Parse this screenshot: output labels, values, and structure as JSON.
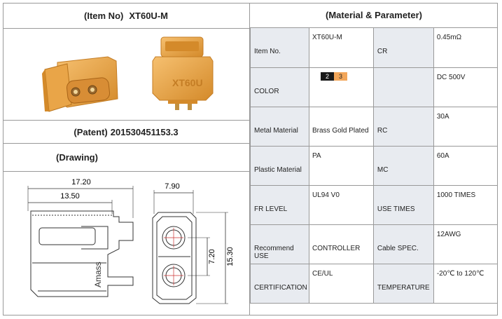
{
  "left": {
    "item_no_label": "(Item No)",
    "item_no_value": "XT60U-M",
    "patent_label": "(Patent)",
    "patent_value": "201530451153.3",
    "drawing_label": "(Drawing)"
  },
  "drawing": {
    "dim_overall_length": "17.20",
    "dim_body_length": "13.50",
    "dim_width": "7.90",
    "dim_pin_pitch": "7.20",
    "dim_height": "15.30",
    "side_marking": "Amass"
  },
  "photo": {
    "connector_marking": "XT60U"
  },
  "right": {
    "title": "(Material & Parameter)",
    "rows": [
      {
        "label1": "Item No.",
        "value1": "XT60U-M",
        "label2": "CR",
        "value2": "0.45mΩ"
      },
      {
        "label1": "COLOR",
        "value1": "",
        "label2": "",
        "value2": "DC 500V"
      },
      {
        "label1": "Metal Material",
        "value1": "Brass Gold Plated",
        "label2": "RC",
        "value2": "30A"
      },
      {
        "label1": "Plastic Material",
        "value1": "PA",
        "label2": "MC",
        "value2": "60A"
      },
      {
        "label1": "FR LEVEL",
        "value1": "UL94 V0",
        "label2": "USE TIMES",
        "value2": "1000 TIMES"
      },
      {
        "label1": "Recommend USE",
        "value1": "CONTROLLER",
        "label2": "Cable SPEC.",
        "value2": "12AWG"
      },
      {
        "label1": "CERTIFICATION",
        "value1": "CE/UL",
        "label2": "TEMPERATURE",
        "value2": "-20℃ to 120℃"
      }
    ],
    "color_swatches": [
      {
        "code": "2",
        "color": "#1a1a1a",
        "text_color": "#ffffff"
      },
      {
        "code": "3",
        "color": "#f2a65a",
        "text_color": "#222222"
      }
    ]
  },
  "colors": {
    "connector_yellow": "#e8a040",
    "label_cell_bg": "#e8ebf0"
  }
}
